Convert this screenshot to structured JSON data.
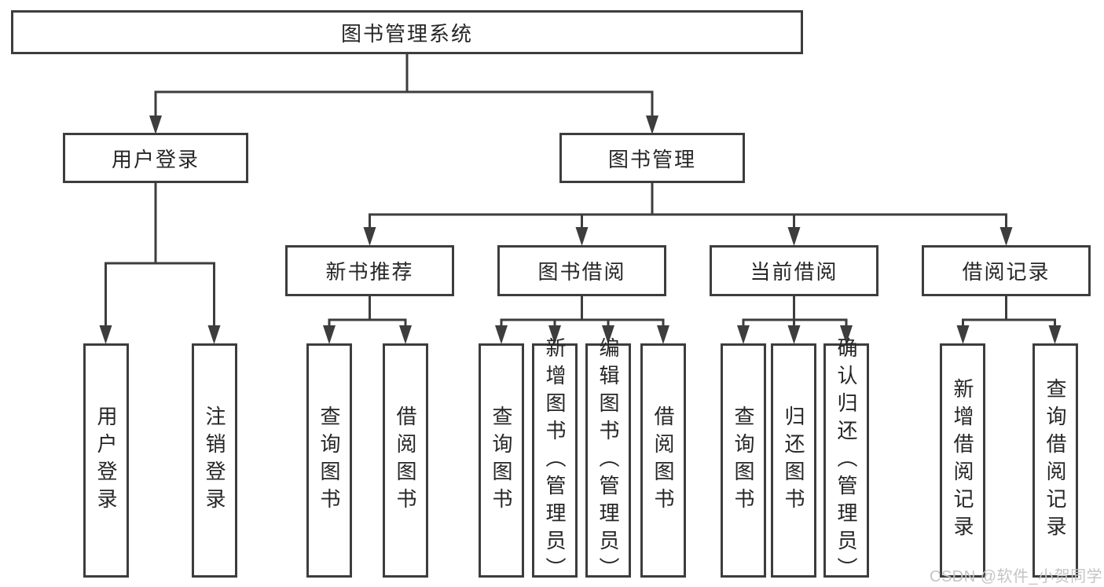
{
  "diagram": {
    "root": {
      "label": "图书管理系统"
    },
    "branches": [
      {
        "label": "用户登录",
        "children": [
          {
            "label": "用户登录"
          },
          {
            "label": "注销登录"
          }
        ]
      },
      {
        "label": "图书管理",
        "groups": [
          {
            "label": "新书推荐",
            "children": [
              {
                "label": "查询图书"
              },
              {
                "label": "借阅图书"
              }
            ]
          },
          {
            "label": "图书借阅",
            "children": [
              {
                "label": "查询图书"
              },
              {
                "label": "新增图书（管理员）"
              },
              {
                "label": "编辑图书（管理员）"
              },
              {
                "label": "借阅图书"
              }
            ]
          },
          {
            "label": "当前借阅",
            "children": [
              {
                "label": "查询图书"
              },
              {
                "label": "归还图书"
              },
              {
                "label": "确认归还（管理员）"
              }
            ]
          },
          {
            "label": "借阅记录",
            "children": [
              {
                "label": "新增借阅记录"
              },
              {
                "label": "查询借阅记录"
              }
            ]
          }
        ]
      }
    ]
  },
  "watermark": {
    "text": "CSDN @软件_小贺同学"
  },
  "colors": {
    "line": "#3d3d3d",
    "text": "#262626",
    "watermark": "#c4c4c8",
    "background": "#ffffff"
  }
}
